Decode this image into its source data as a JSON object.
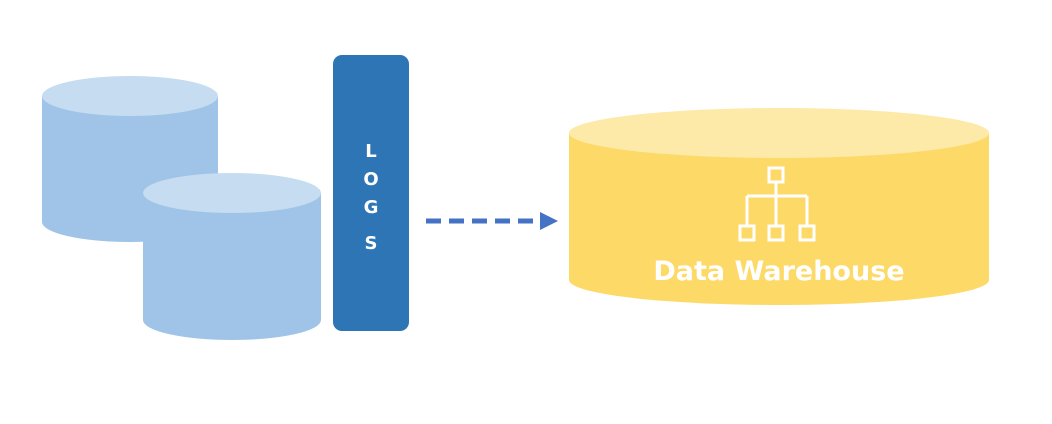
{
  "logs": {
    "letters": [
      "L",
      "O",
      "G",
      "S"
    ]
  },
  "warehouse": {
    "label": "Data Warehouse"
  },
  "colors": {
    "db_side": "#9fc4e7",
    "db_top": "#c5dcf1",
    "logs_bar": "#2e75b6",
    "arrow": "#4472c4",
    "warehouse_side": "#fdd968",
    "warehouse_top": "#fde9a8",
    "icon": "#ffffff"
  }
}
